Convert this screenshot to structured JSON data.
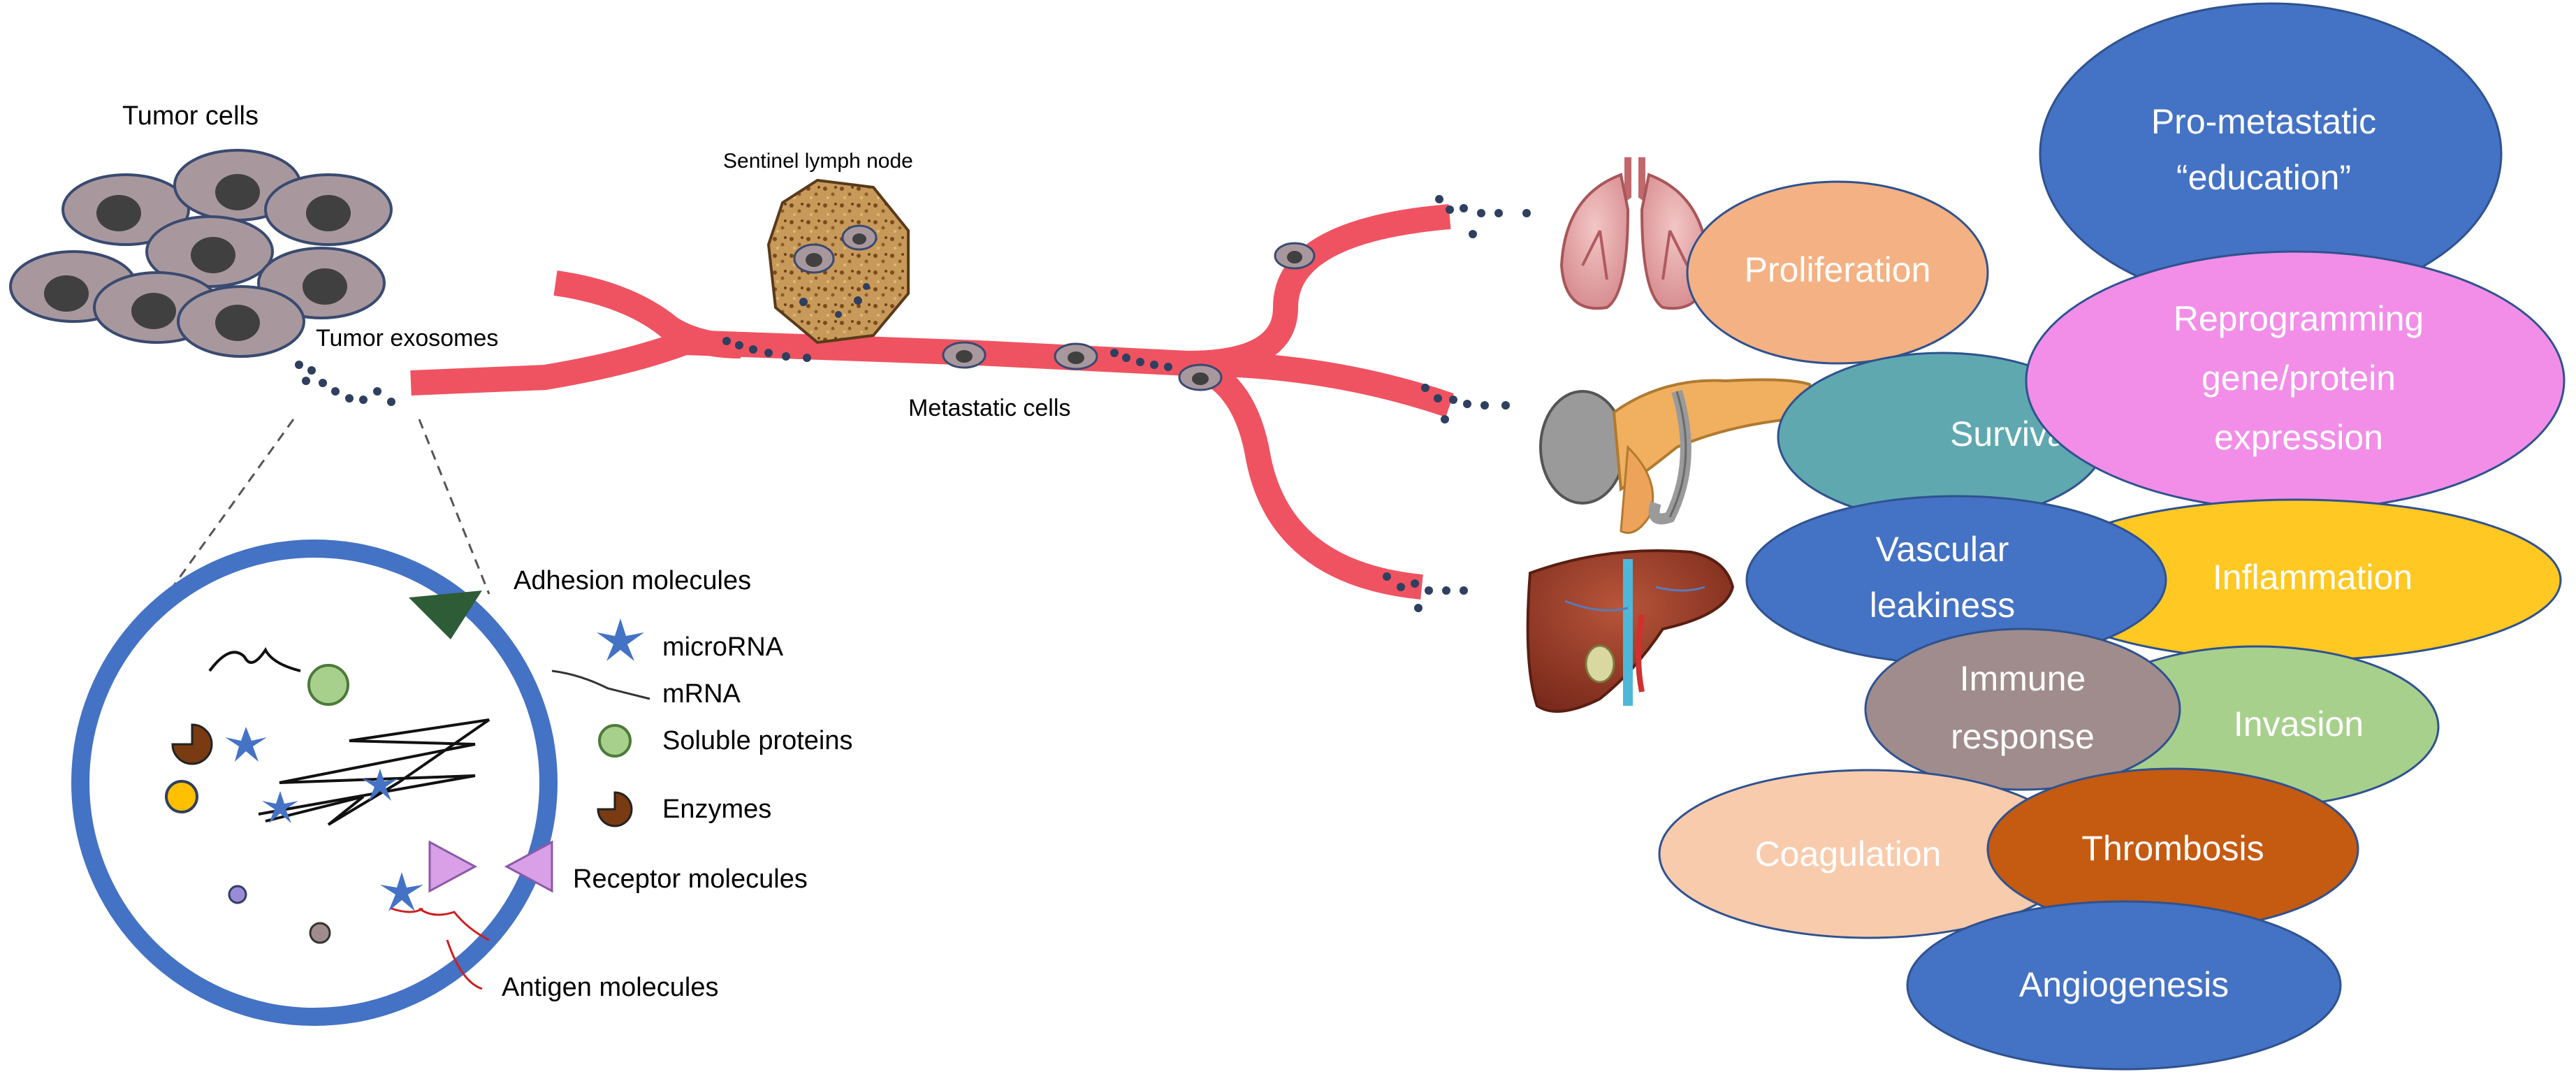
{
  "labels": {
    "tumor_cells": "Tumor cells",
    "tumor_exosomes": "Tumor exosomes",
    "sentinel_lymph_node": "Sentinel lymph node",
    "metastatic_cells": "Metastatic cells"
  },
  "legend": {
    "adhesion": "Adhesion molecules",
    "microrna": "microRNA",
    "mrna": "mRNA",
    "soluble_proteins": "Soluble proteins",
    "enzymes": "Enzymes",
    "receptor": "Receptor molecules",
    "antigen": "Antigen molecules"
  },
  "effects": {
    "education_line1": "Pro-metastatic",
    "education_line2": "“education”",
    "proliferation": "Proliferation",
    "reprogramming_line1": "Reprogramming",
    "reprogramming_line2": "gene/protein",
    "reprogramming_line3": "expression",
    "survival": "Survival",
    "vascular_line1": "Vascular",
    "vascular_line2": "leakiness",
    "inflammation": "Inflammation",
    "immune_line1": "Immune",
    "immune_line2": "response",
    "invasion": "Invasion",
    "coagulation": "Coagulation",
    "thrombosis": "Thrombosis",
    "angiogenesis": "Angiogenesis"
  },
  "organs": {
    "lungs": "lungs-icon",
    "pancreas": "pancreas-icon",
    "liver": "liver-icon"
  },
  "colors": {
    "vessel": "#ef5361",
    "cell_fill": "#a8989e",
    "nucleus": "#404040",
    "exosome_dot": "#2f3f5f",
    "exosome_ring": "#4472c4",
    "blue_oval": "#4472c4",
    "peach_oval": "#f4b183",
    "teal_oval": "#5fa8b0",
    "pink_oval": "#f28ee8",
    "yellow_oval": "#ffc823",
    "mauve_oval": "#a08c8c",
    "green_oval": "#a8d08d",
    "light_peach_oval": "#f8cbad",
    "brown_oval": "#c55a11"
  }
}
